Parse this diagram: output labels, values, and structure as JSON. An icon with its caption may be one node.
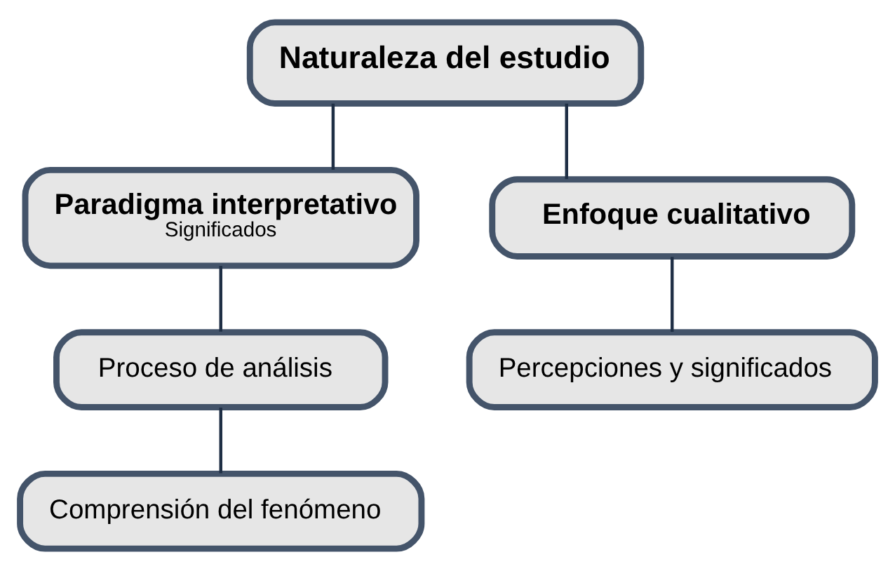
{
  "diagram": {
    "nodes": [
      {
        "text": [
          "Naturaleza del estudio"
        ]
      },
      {
        "text": [
          "Paradigma interpretativo",
          "Significados"
        ]
      },
      {
        "text": [
          "Enfoque cualitativo"
        ]
      },
      {
        "text": [
          "Proceso de análisis"
        ]
      },
      {
        "text": [
          "Comprensión del fenómeno"
        ]
      },
      {
        "text": [
          "Percepciones y significados"
        ]
      }
    ],
    "edges": [
      {
        "from": 0,
        "to": 1,
        "arrow": "none"
      },
      {
        "from": 0,
        "to": 2,
        "arrow": "none"
      },
      {
        "from": 1,
        "to": 3,
        "arrow": "none"
      },
      {
        "from": 3,
        "to": 4,
        "arrow": "none"
      },
      {
        "from": 2,
        "to": 5,
        "arrow": "none"
      }
    ]
  }
}
